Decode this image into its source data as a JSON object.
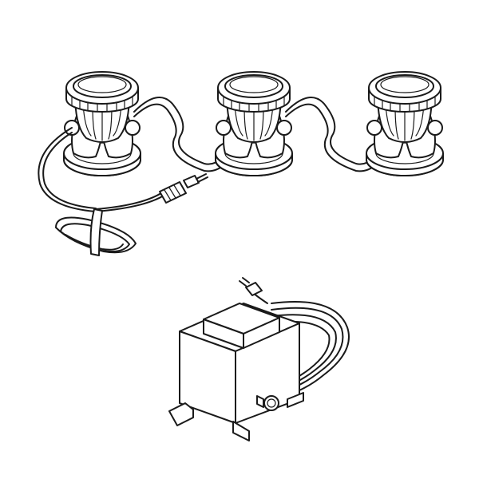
{
  "colors": {
    "stroke": "#1a1a1a",
    "background": "#ffffff"
  },
  "lamps": [
    {
      "id": 1
    },
    {
      "id": 2
    },
    {
      "id": 3
    }
  ]
}
